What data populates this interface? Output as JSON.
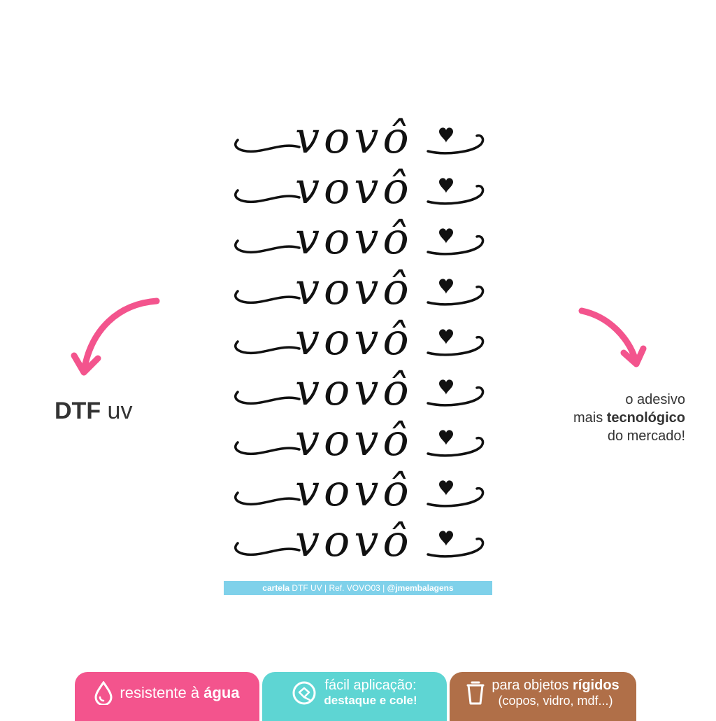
{
  "sticker": {
    "word": "vovô",
    "count": 9
  },
  "caption": {
    "bold": "cartela",
    "rest": " DTF UV | Ref. VOVO03 | ",
    "handle": "@jmembalagens"
  },
  "left_label": {
    "strong": "DTF",
    "light": " uv"
  },
  "right_label": {
    "line1": "o adesivo",
    "line2_pre": "mais ",
    "line2_bold": "tecnológico",
    "line3": "do mercado!"
  },
  "badges": {
    "water": {
      "pre": "resistente à ",
      "bold": "água",
      "icon": "water-drop-icon"
    },
    "easy": {
      "line1": "fácil aplicação:",
      "line2": "destaque e cole!",
      "icon": "sticker-peel-icon"
    },
    "rigid": {
      "pre": "para objetos ",
      "bold": "rígidos",
      "line2": "(copos, vidro, mdf...)",
      "icon": "cup-icon"
    }
  },
  "colors": {
    "pink": "#f3548d",
    "teal": "#5ed5d3",
    "brown": "#b06f48",
    "caption_bg": "#7fd1ea",
    "ink": "#111111"
  }
}
